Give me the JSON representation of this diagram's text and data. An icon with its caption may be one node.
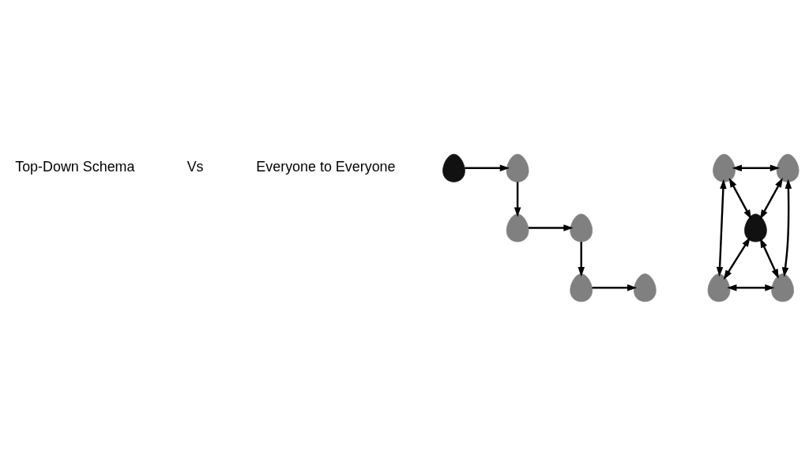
{
  "diagram": {
    "nodes": [
      {
        "text": [],
        "shape": "person"
      },
      {
        "text": [],
        "shape": "person"
      },
      {
        "text": [],
        "shape": "person"
      },
      {
        "text": [],
        "shape": "person"
      },
      {
        "text": [],
        "shape": "person"
      },
      {
        "text": [],
        "shape": "person"
      },
      {
        "text": [],
        "shape": "person"
      },
      {
        "text": [],
        "shape": "person"
      },
      {
        "text": [],
        "shape": "person"
      },
      {
        "text": [],
        "shape": "person"
      },
      {
        "text": [],
        "shape": "person"
      }
    ],
    "edges": [
      {
        "from": 0,
        "to": 1,
        "arrow": "to"
      },
      {
        "from": 1,
        "to": 2,
        "arrow": "to"
      },
      {
        "from": 2,
        "to": 3,
        "arrow": "to"
      },
      {
        "from": 3,
        "to": 4,
        "arrow": "to"
      },
      {
        "from": 4,
        "to": 5,
        "arrow": "to"
      },
      {
        "from": 6,
        "to": 7,
        "arrow": "both"
      },
      {
        "from": 6,
        "to": 8,
        "arrow": "both"
      },
      {
        "from": 7,
        "to": 8,
        "arrow": "both"
      },
      {
        "from": 6,
        "to": 9,
        "arrow": "both"
      },
      {
        "from": 7,
        "to": 10,
        "arrow": "both"
      },
      {
        "from": 9,
        "to": 8,
        "arrow": "both"
      },
      {
        "from": 10,
        "to": 8,
        "arrow": "both"
      },
      {
        "from": 9,
        "to": 10,
        "arrow": "both"
      }
    ],
    "labels": [
      "Top-Down Schema",
      "Vs",
      "Everyone to Everyone"
    ]
  }
}
